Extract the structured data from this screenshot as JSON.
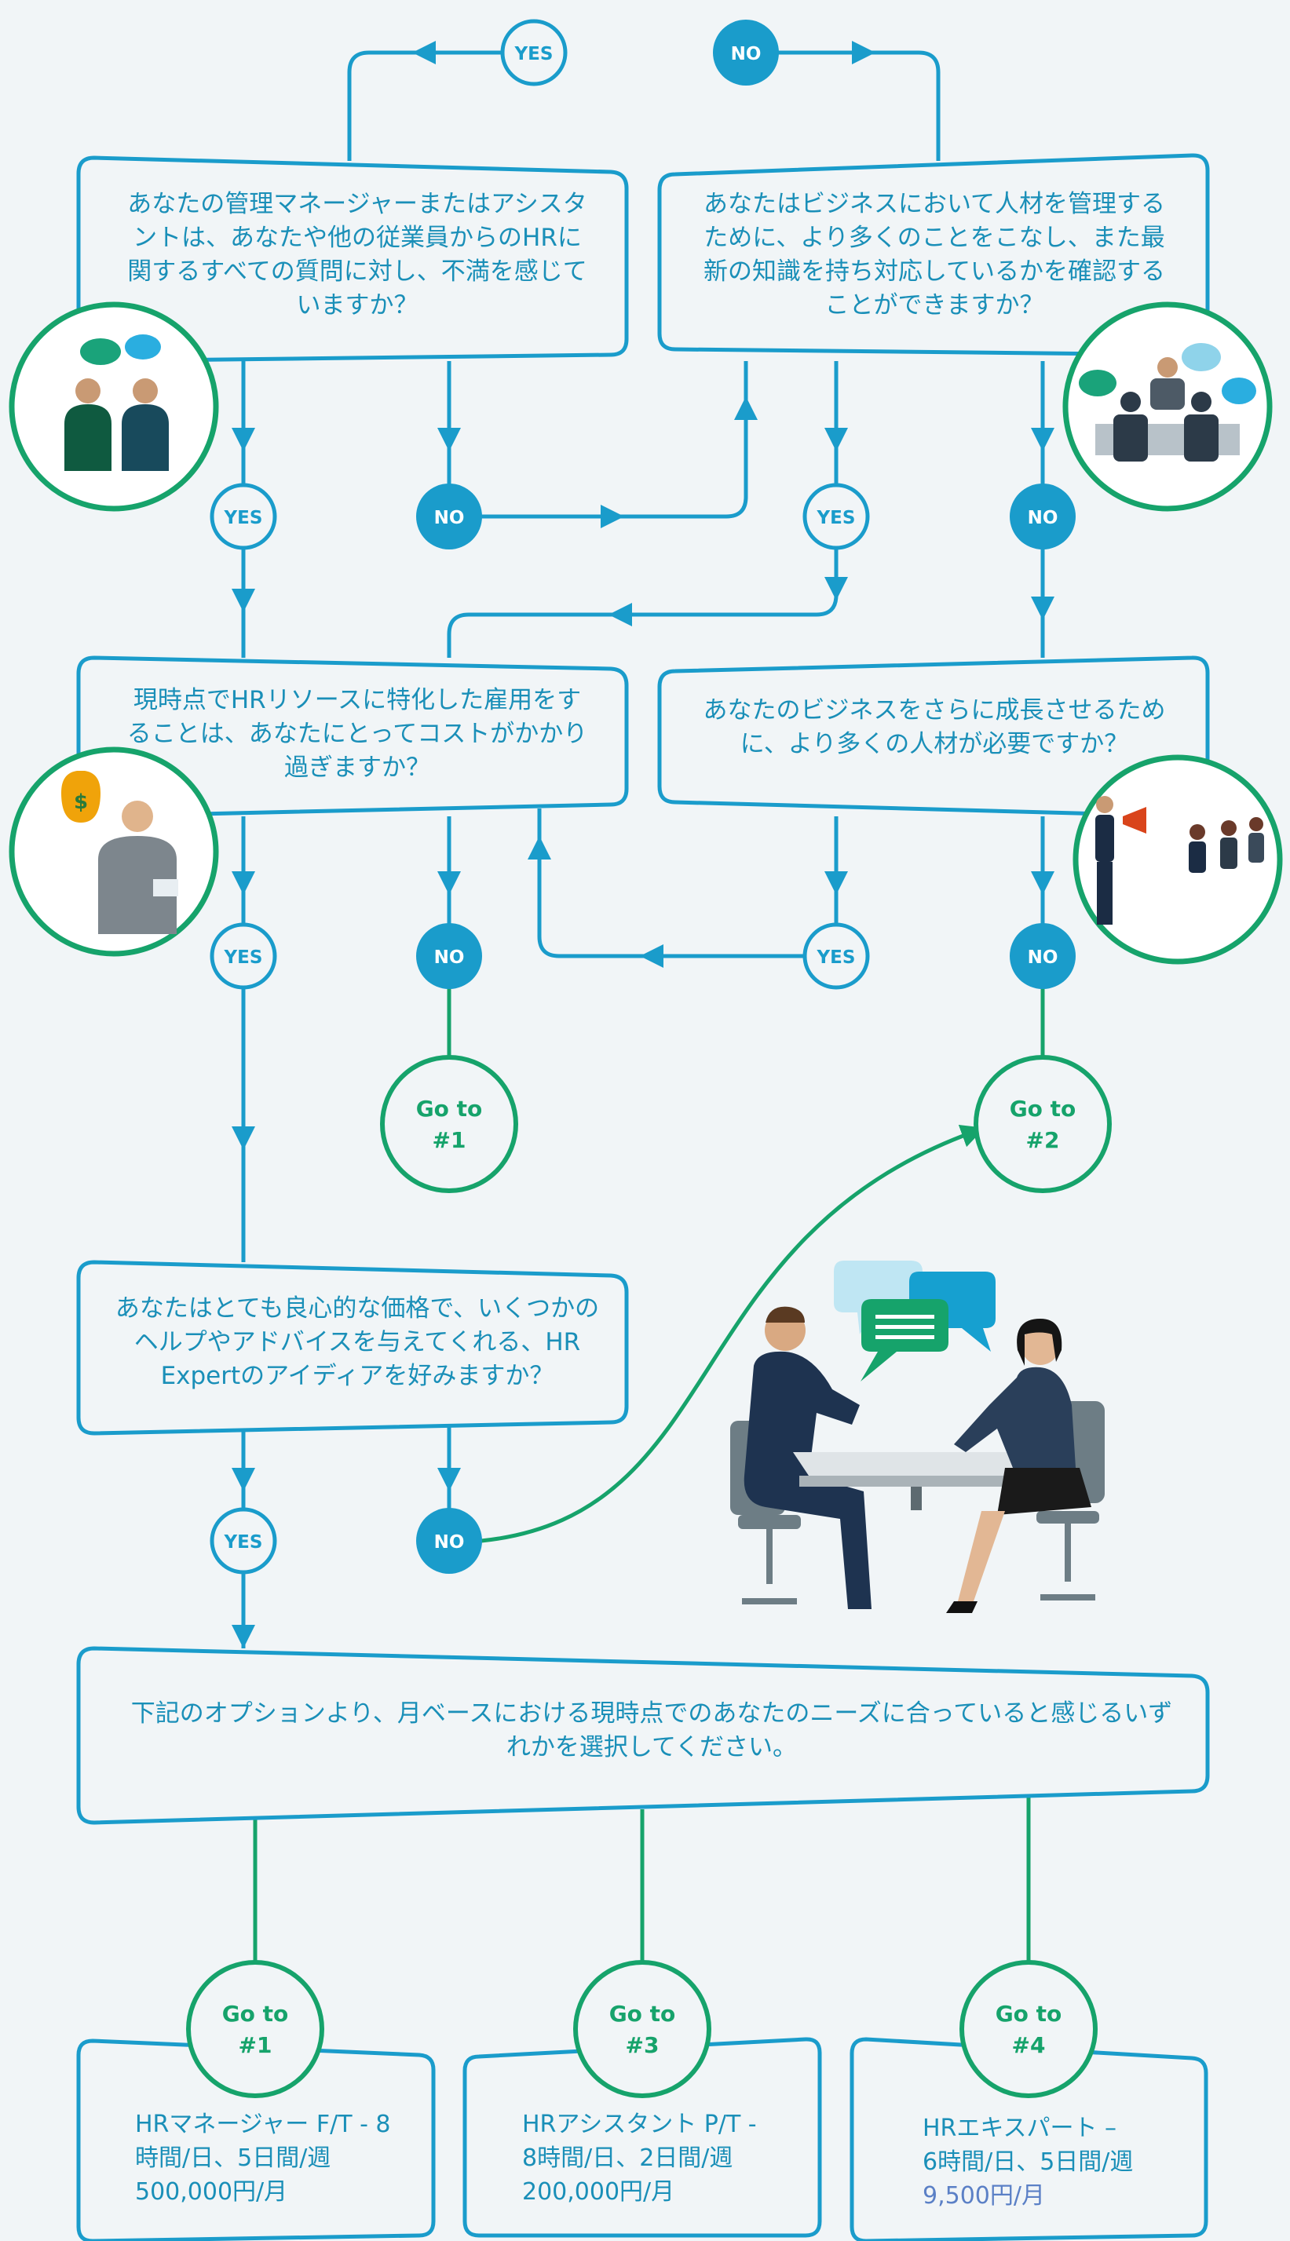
{
  "labels": {
    "yes": "YES",
    "no": "NO"
  },
  "goto": {
    "g1": [
      "Go to",
      "#1"
    ],
    "g2": [
      "Go to",
      "#2"
    ],
    "o1": [
      "Go to",
      "#1"
    ],
    "o3": [
      "Go to",
      "#3"
    ],
    "o4": [
      "Go to",
      "#4"
    ]
  },
  "questions": {
    "q1": "あなたの管理マネージャーまたはアシスタントは、あなたや他の従業員からのHRに関するすべての質問に対し、不満を感じていますか？",
    "q2": "あなたはビジネスにおいて人材を管理するために、より多くのことをこなし、また最新の知識を持ち対応しているかを確認することができますか？",
    "q3": "現時点でHRリソースに特化した雇用をすることは、あなたにとってコストがかかり過ぎますか？",
    "q4": "あなたのビジネスをさらに成長させるために、より多くの人材が必要ですか？",
    "q5": "あなたはとても良心的な価格で、いくつかのヘルプやアドバイスを与えてくれる、HR Expertのアイディアを好みますか？",
    "q6": "下記のオプションより、月ベースにおける現時点でのあなたのニーズに合っていると感じるいずれかを選択してください。"
  },
  "options": [
    {
      "line1": "HRマネージャー F/T - 8",
      "line2": "時間/日、5日間/週",
      "line3": "500,000円/月"
    },
    {
      "line1": "HRアシスタント P/T -",
      "line2": "8時間/日、2日間/週",
      "line3": "200,000円/月"
    },
    {
      "line1": "HRエキスパート –",
      "line2": "6時間/日、5日間/週",
      "line3": "9,500円/月"
    }
  ],
  "colors": {
    "blue": "#1a9ccb",
    "green": "#16a36b",
    "text": "#1a8fb8",
    "bg": "#f1f5f7"
  }
}
